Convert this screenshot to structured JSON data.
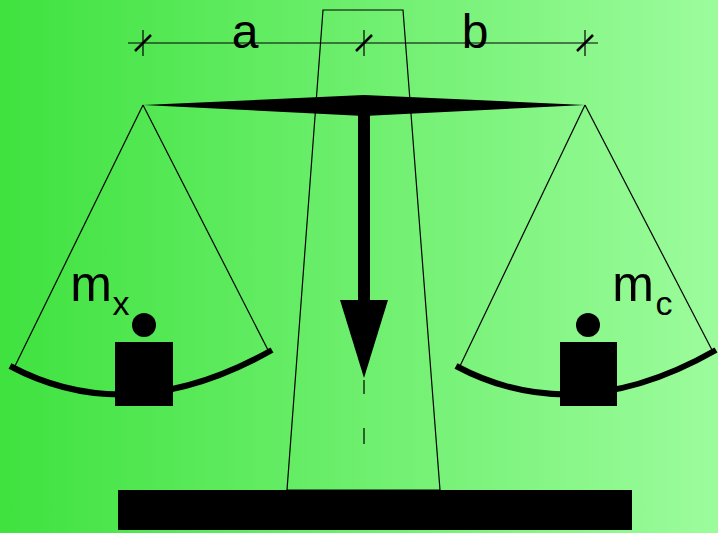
{
  "diagram": {
    "labels": [
      "a",
      "b",
      "m",
      "x",
      "m",
      "c"
    ]
  }
}
